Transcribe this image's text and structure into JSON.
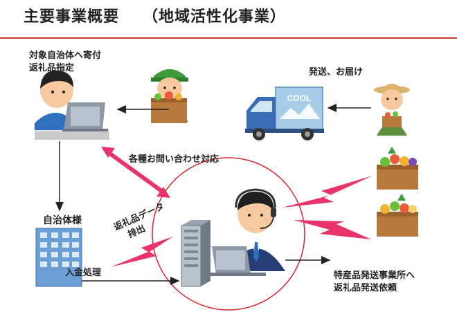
{
  "header": {
    "title": "主要事業概要",
    "subtitle": "（地域活性化事業）"
  },
  "labels": {
    "municipality_request_line1": "対象自治体へ寄付",
    "municipality_request_line2": "返礼品指定",
    "delivery": "発送、お届け",
    "inquiries": "各種お問い合わせ対応",
    "municipality": "自治体様",
    "data_output_line1": "返礼品データ",
    "data_output_line2": "排出",
    "payment": "入金処理",
    "shipping_line1": "特産品発送事業所へ",
    "shipping_line2": "返礼品発送依頼"
  },
  "truck": {
    "cool_label": "COOL"
  },
  "colors": {
    "accent_red": "#c0392b",
    "zap_pink": "#e8336b",
    "circle_red": "#d9232d"
  },
  "icons": [
    "person-at-laptop-icon",
    "delivery-worker-icon",
    "cool-truck-icon",
    "farmer-icon",
    "produce-box-icon",
    "call-center-operator-icon",
    "server-icon",
    "office-building-icon"
  ]
}
